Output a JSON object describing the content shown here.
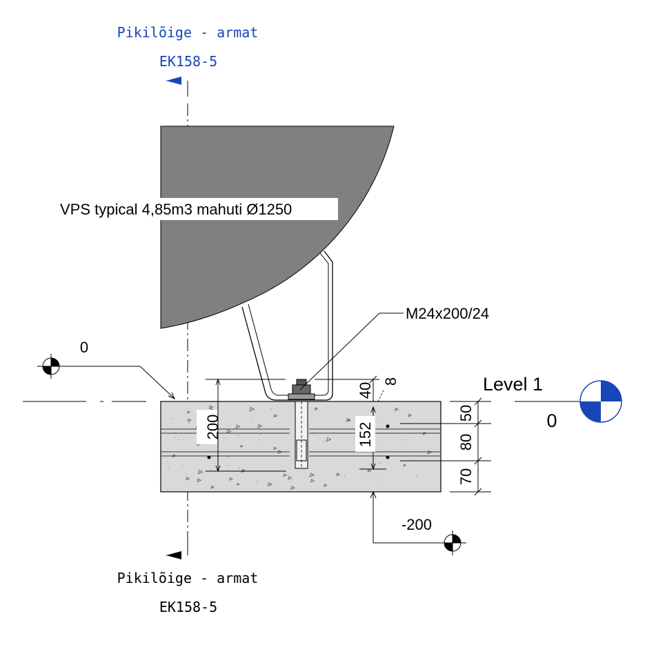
{
  "section_top": {
    "title": "Pikilõige - armat",
    "ref": "EK158-5"
  },
  "section_bottom": {
    "title": "Pikilõige - armat",
    "ref": "EK158-5"
  },
  "tank_label": "VPS typical 4,85m3 mahuti Ø1250",
  "bolt_label": "M24x200/24",
  "elev_top_left": "0",
  "elev_bottom": "-200",
  "level": {
    "name": "Level 1",
    "value": "0"
  },
  "dims": {
    "slab_height": "200",
    "bolt_embed": "152",
    "bolt_projection": "40",
    "plate": "8",
    "cover_top": "50",
    "rebar_spacing": "80",
    "cover_bottom": "70"
  },
  "colors": {
    "section_blue": "#1746b8",
    "tank_gray": "#808080",
    "concrete": "#d9d9d9"
  }
}
